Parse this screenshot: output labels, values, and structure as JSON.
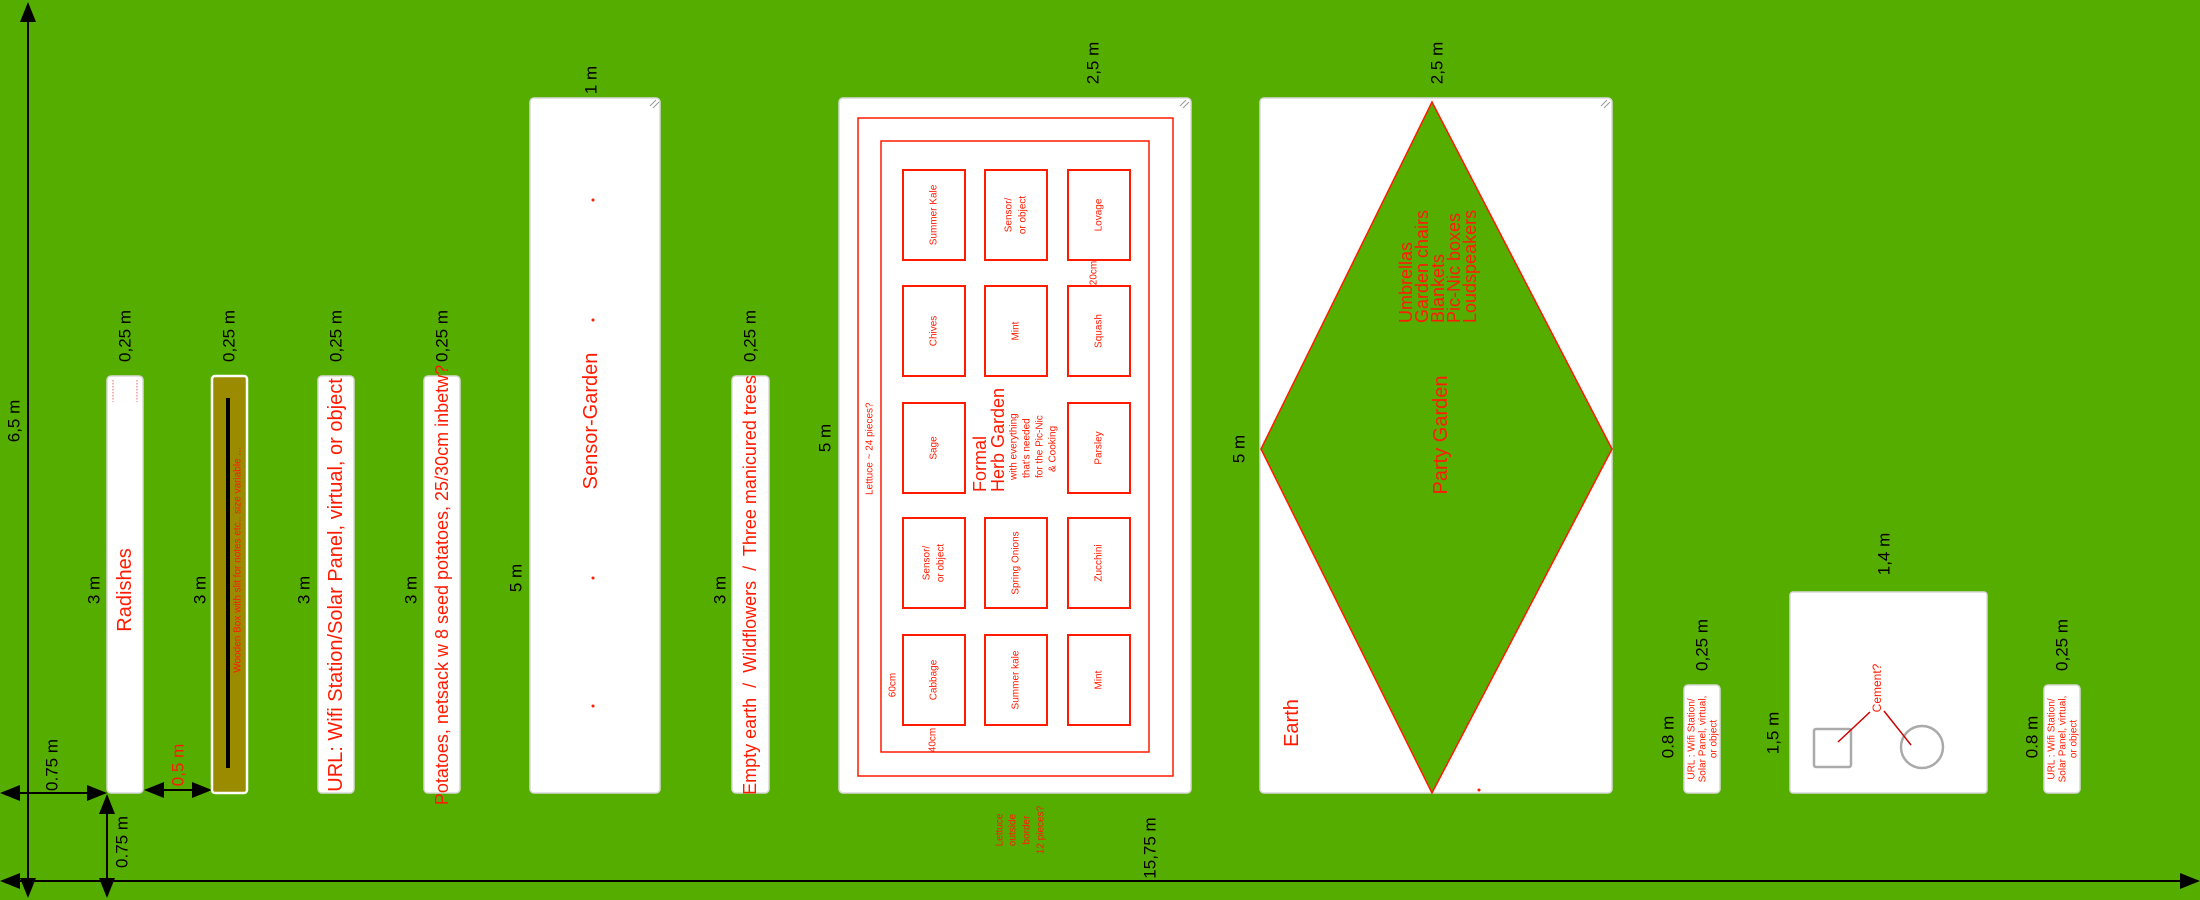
{
  "colors": {
    "lawn": "#55ad00",
    "label": "#ff1a00",
    "bed": "#ffffff",
    "wood": "#9b8b00",
    "dimension": "#000000"
  },
  "overall": {
    "height": "6,5 m",
    "width": "15,75 m",
    "offset_left": "0.75 m",
    "offset_bottom": "0.75 m",
    "gap": "0,5 m"
  },
  "beds": [
    {
      "label": "Radishes",
      "width": "0,25 m",
      "length": "3 m"
    },
    {
      "label": "Wooden Box with slit for notes etc.. size variable ...",
      "width": "0,25 m",
      "length": "3 m"
    },
    {
      "label": "URL: Wifi Station/Solar Panel, virtual, or object",
      "width": "0,25 m",
      "length": "3 m"
    },
    {
      "label": "Potatoes, netsack w 8 seed potatoes, 25/30cm inbetw?",
      "width": "0,25 m",
      "length": "3 m"
    },
    {
      "label": "Sensor-Garden",
      "width": "1 m",
      "length": "5 m"
    },
    {
      "label": "Empty earth  /  Wildflowers  /  Three manicured trees",
      "width": "0,25 m",
      "length": "3 m"
    }
  ],
  "herb_garden": {
    "width": "2,5 m",
    "length": "5 m",
    "title1": "Formal",
    "title2": "Herb Garden",
    "subtitle": [
      "with everything",
      "that's needed",
      "for the Pic-Nic",
      "& Cooking"
    ],
    "lettuce_inside": "Lettuce ~ 24 pieces?",
    "lettuce_outside": [
      "Lettuce",
      "outside",
      "border",
      "12 pieces?"
    ],
    "spacing_20": "20cm",
    "spacing_60": "60cm",
    "spacing_40": "40cm",
    "plots": [
      [
        "Summer Kale",
        "Chives",
        "Sage",
        "Sensor/|or object",
        "Cabbage"
      ],
      [
        "Sensor/|or object",
        "Mint",
        null,
        "Spring Onions",
        "Summer kale"
      ],
      [
        "Lovage",
        "Squash",
        "Parsley",
        "Zucchini",
        "Mint"
      ]
    ]
  },
  "party_garden": {
    "width": "2,5 m",
    "length": "5 m",
    "label": "Party Garden",
    "earth": "Earth",
    "items": [
      "Umbrellas",
      "Garden chairs",
      "Blankets",
      "Pic-Nic boxes",
      "Loudspeakers"
    ]
  },
  "small_beds": [
    {
      "lines": [
        "URL : Wifi Station/",
        "Solar Panel, virtual,",
        "or object"
      ],
      "width": "0,25 m",
      "length": "0.8 m"
    },
    {
      "lines": [
        "URL : Wifi Station/",
        "Solar Panel, virtual,",
        "or object"
      ],
      "width": "0,25 m",
      "length": "0.8 m"
    }
  ],
  "cement_area": {
    "width": "1,4 m",
    "length": "1,5 m",
    "label": "Cement?"
  }
}
